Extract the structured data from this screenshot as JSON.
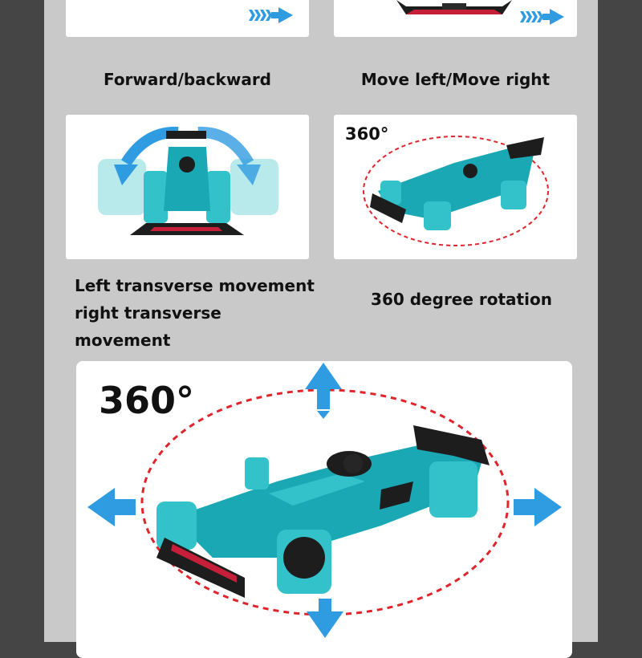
{
  "captions": {
    "forward_backward": "Forward/backward",
    "left_right": "Move left/Move right",
    "transverse_line1": "Left transverse movement",
    "transverse_line2": "right transverse movement",
    "rotation": "360 degree rotation"
  },
  "labels": {
    "rotation_small": "360°",
    "rotation_big": "360°"
  },
  "colors": {
    "page_background": "#454545",
    "panel_background": "#c9c9c9",
    "card_background": "#ffffff",
    "accent_blue": "#2f9be0",
    "car_teal": "#33c2c9",
    "ellipse_red": "#e0242c"
  },
  "icons": [
    "chevron-arrow-right-icon",
    "rotation-arrow-icon",
    "direction-arrow-icon"
  ]
}
